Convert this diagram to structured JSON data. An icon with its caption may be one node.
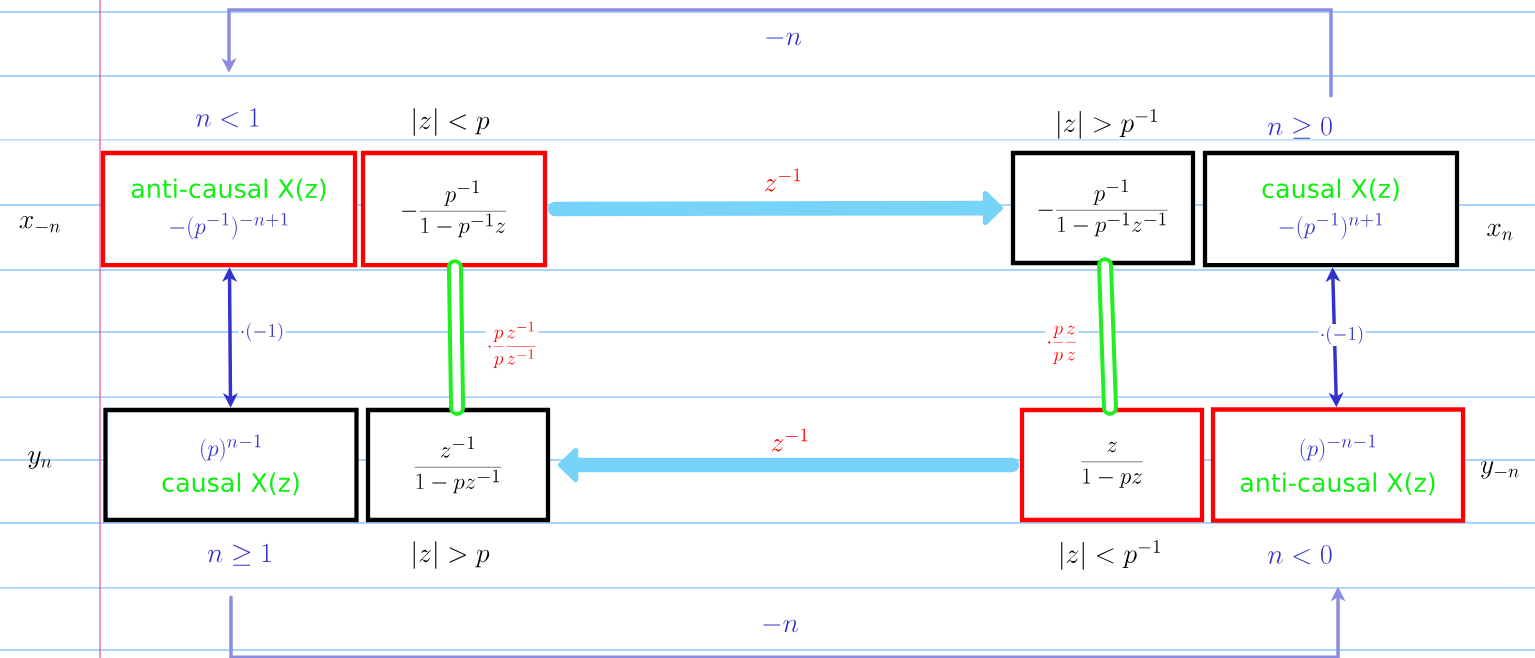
{
  "diagram": {
    "nodes": [
      {
        "text": [
          "anti-causal X(z)",
          "-(p^{-1})^{-n+1}"
        ],
        "beside": [
          "n < 1"
        ]
      },
      {
        "text": [
          "-\\frac{p^{-1}}{1-p^{-1}z}"
        ],
        "beside": [
          "|z| < p"
        ]
      },
      {
        "text": [
          "-\\frac{p^{-1}}{1-p^{-1}z^{-1}}"
        ],
        "beside": [
          "|z| > p^{-1}"
        ]
      },
      {
        "text": [
          "causal X(z)",
          "-(p^{-1})^{n+1}"
        ],
        "beside": [
          "n \\geq 0"
        ]
      },
      {
        "text": [
          "(p)^{n-1}",
          "causal X(z)"
        ],
        "beside": [
          "n \\geq 1"
        ]
      },
      {
        "text": [
          "\\frac{z^{-1}}{1-pz^{-1}}"
        ],
        "beside": [
          "|z| > p"
        ]
      },
      {
        "text": [
          "\\frac{z}{1-pz}"
        ],
        "beside": [
          "|z| < p^{-1}"
        ]
      },
      {
        "text": [
          "(p)^{-n-1}",
          "anti-causal X(z)"
        ],
        "beside": [
          "n < 0"
        ]
      }
    ],
    "labels": [
      "x_{-n}",
      "x_n",
      "y_n",
      "y_{-n}"
    ],
    "edges": [
      {
        "from": 3,
        "to": 0,
        "arrow": "to",
        "label": "-n",
        "color": "#8c8ce0"
      },
      {
        "from": 4,
        "to": 7,
        "arrow": "to",
        "label": "-n",
        "color": "#8c8ce0"
      },
      {
        "from": 0,
        "to": 4,
        "arrow": "both",
        "label": "\\cdot(-1)"
      },
      {
        "from": 3,
        "to": 7,
        "arrow": "both",
        "label": "\\cdot(-1)"
      },
      {
        "from": 1,
        "to": 5,
        "arrow": "none",
        "label": "\\cdot\\frac{p}{p}\\frac{z^{-1}}{z^{-1}}",
        "style": "thick",
        "color": "#22ee22"
      },
      {
        "from": 2,
        "to": 6,
        "arrow": "none",
        "label": "\\cdot\\frac{p}{p}\\frac{z}{z}",
        "style": "thick",
        "color": "#22ee22"
      },
      {
        "from": 1,
        "to": 2,
        "arrow": "to",
        "label": "z^{-1}",
        "style": "thick",
        "color": "#77d4f8"
      },
      {
        "from": 6,
        "to": 5,
        "arrow": "to",
        "label": "z^{-1}",
        "style": "thick",
        "color": "#77d4f8"
      }
    ]
  }
}
